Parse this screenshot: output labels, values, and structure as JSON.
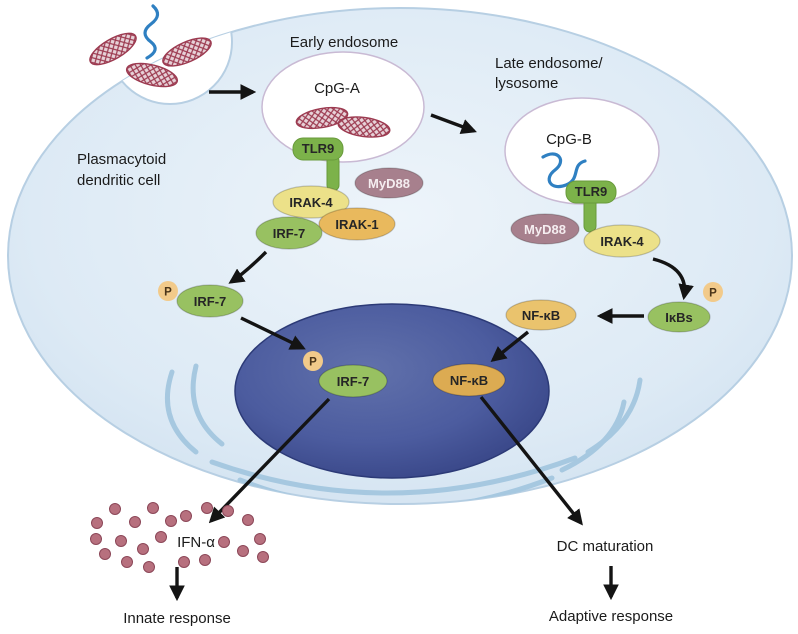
{
  "cell": {
    "label_line1": "Plasmacytoid",
    "label_line2": "dendritic cell"
  },
  "early_pathway": {
    "endosome_label": "Early endosome",
    "ligand": "CpG-A",
    "receptor": "TLR9",
    "adapter": "MyD88",
    "kinase1": "IRAK-4",
    "kinase2": "IRAK-1",
    "factor": "IRF-7",
    "factor_phospho": "IRF-7",
    "phospho": "P"
  },
  "late_pathway": {
    "endosome_label_line1": "Late endosome/",
    "endosome_label_line2": "lysosome",
    "ligand": "CpG-B",
    "receptor": "TLR9",
    "adapter": "MyD88",
    "kinase1": "IRAK-4",
    "inhibitor": "IκBs",
    "phospho": "P",
    "factor": "NF-κB"
  },
  "nucleus": {
    "factor1": "IRF-7",
    "factor1_phospho": "P",
    "factor2": "NF-κB"
  },
  "outputs": {
    "cytokine": "IFN-α",
    "innate": "Innate response",
    "maturation": "DC maturation",
    "adaptive": "Adaptive response"
  },
  "colors": {
    "cell_fill": "#dce9f4",
    "cell_border": "#b7cfe3",
    "endosome_border": "#c9bad4",
    "nucleus": "#45549a",
    "tlr9_green": "#7cb24a",
    "protein_green": "#98c161",
    "irak4_yellow": "#ece189",
    "irak1_orange": "#e9b95d",
    "myd88_mauve": "#a7808d",
    "nfkb_orange": "#eac36d",
    "nfkb_nuclear_orange": "#dcab52",
    "phospho_badge": "#f2ca8a",
    "dna_red": "#9c3a50",
    "rna_blue": "#2f80c2",
    "er_blue": "#a6c8e0",
    "ifn_dot": "#b7707e",
    "arrow_black": "#141414"
  }
}
